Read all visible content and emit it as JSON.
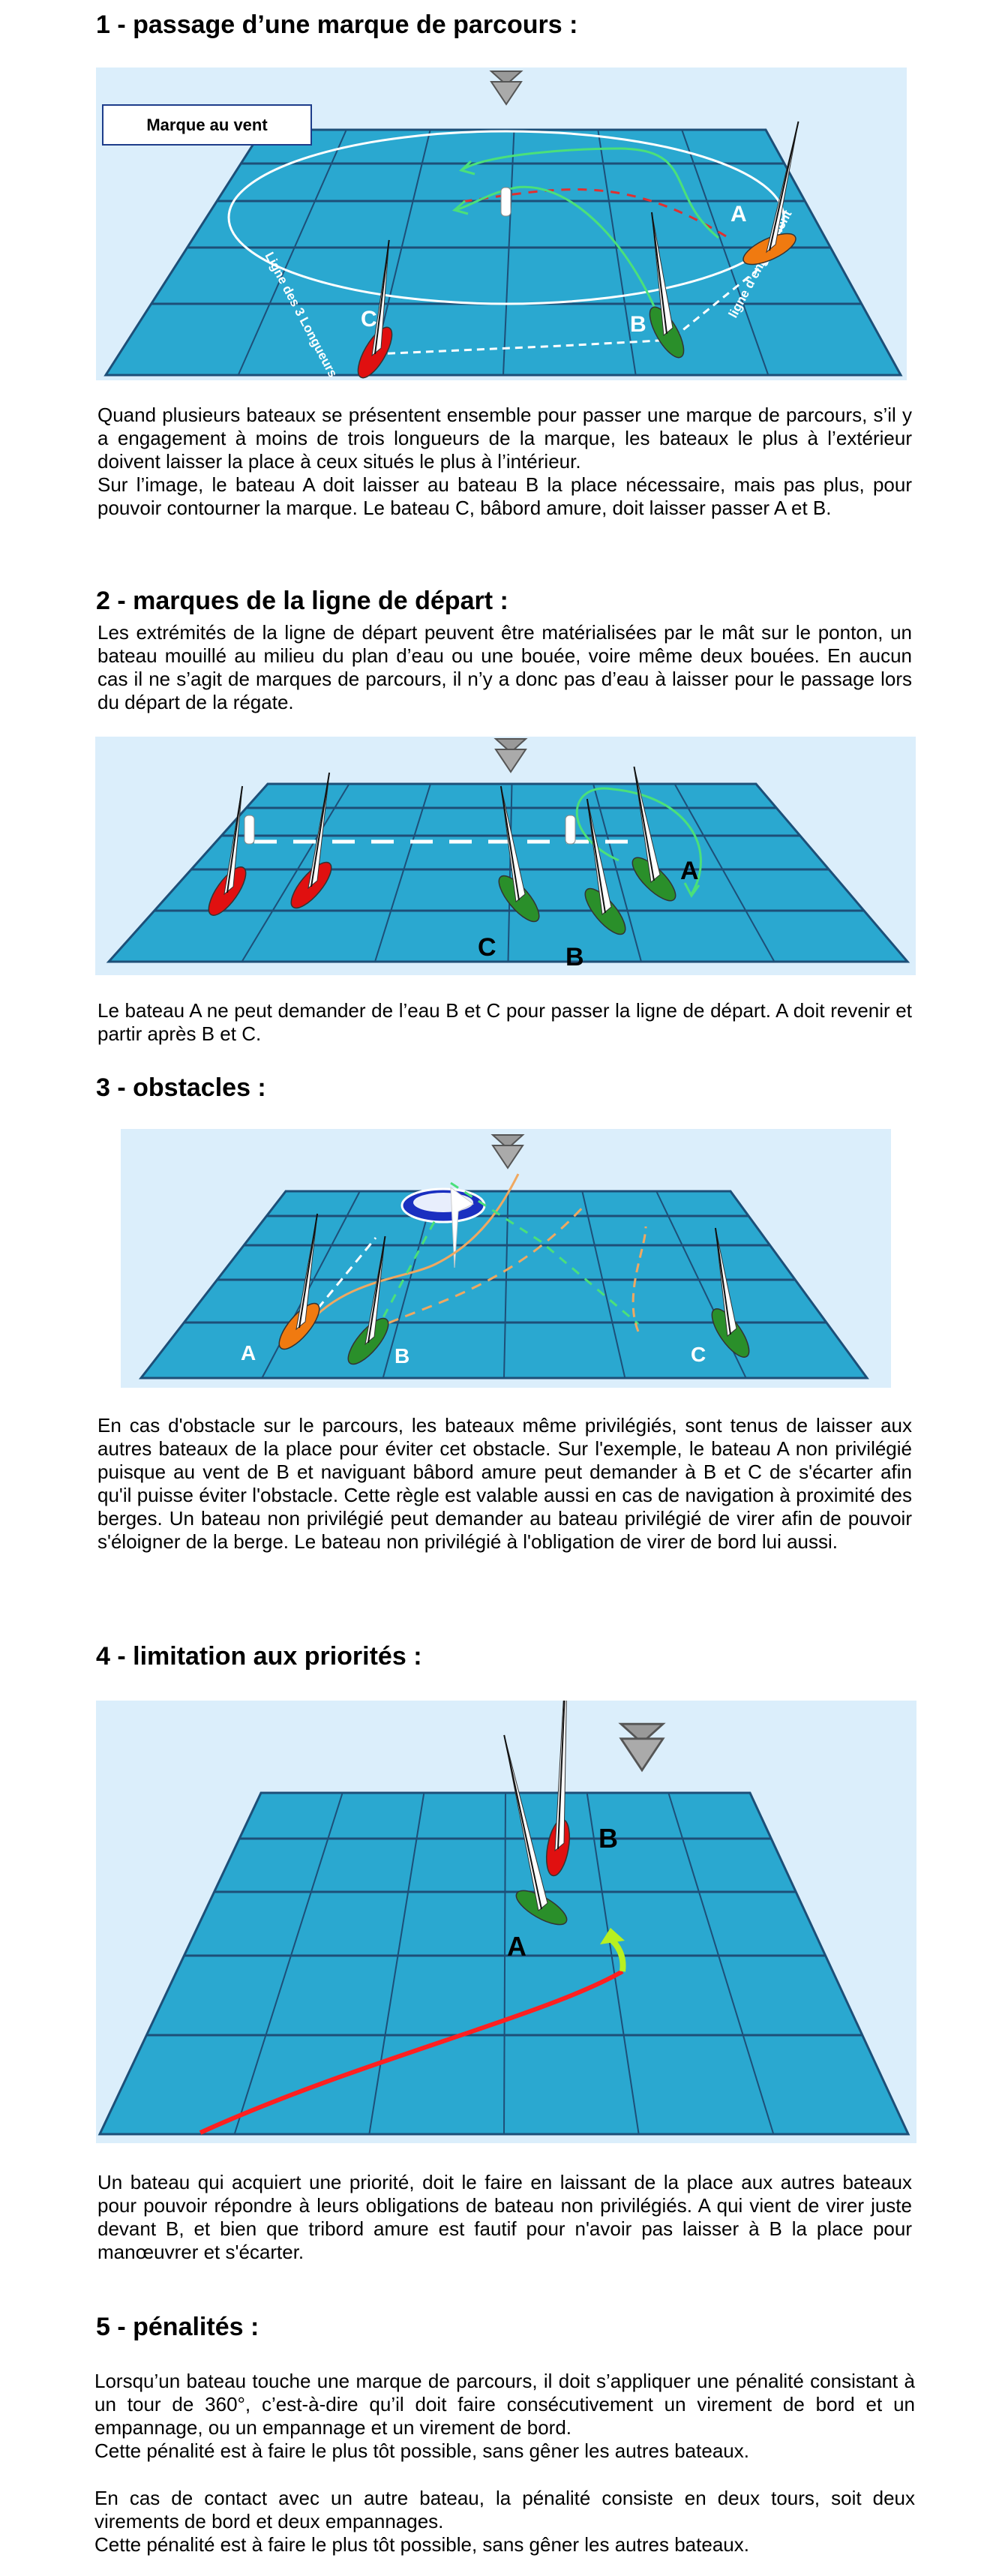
{
  "sections": [
    {
      "title": "1 - passage d’une marque de parcours :",
      "figure": {
        "box_label": "Marque au vent",
        "circle_label": "Ligne des 3 Longueurs",
        "engagement_label": "ligne d’engagement",
        "boats": [
          "A",
          "B",
          "C"
        ]
      },
      "paragraphs": [
        "Quand plusieurs bateaux se présentent ensemble pour passer une marque de parcours, s’il y a engagement à moins de trois longueurs de la marque, les bateaux le plus à l’extérieur doivent laisser la place à ceux situés le plus à l’intérieur.",
        "Sur l’image, le bateau A doit laisser au bateau B la place nécessaire, mais pas plus, pour pouvoir contourner la marque. Le bateau C, bâbord amure, doit laisser passer A et B."
      ]
    },
    {
      "title": "2 - marques de la ligne de départ :",
      "intro": "Les extrémités de la ligne de départ peuvent être matérialisées par le mât sur le ponton, un bateau mouillé au milieu du plan d’eau ou une bouée, voire même deux bouées. En aucun cas il ne s’agit de marques de parcours, il n’y a donc pas d’eau à laisser pour le passage lors du départ de la régate.",
      "figure": {
        "boats": [
          "A",
          "B",
          "C"
        ]
      },
      "caption": "Le bateau A ne peut demander de l’eau B et C pour passer la ligne de départ. A doit revenir et partir après B et C."
    },
    {
      "title": "3 - obstacles :",
      "figure": {
        "boats": [
          "A",
          "B",
          "C"
        ]
      },
      "paragraph": "En cas d'obstacle sur le parcours, les bateaux même privilégiés, sont tenus de laisser aux autres bateaux de la place pour éviter cet obstacle. Sur l'exemple, le bateau A non privilégié puisque au vent de B et naviguant bâbord amure peut demander à B et C de s'écarter afin qu'il puisse éviter l'obstacle. Cette règle est valable aussi en cas de navigation à proximité des berges. Un bateau non privilégié peut demander au bateau privilégié de virer afin de pouvoir s'éloigner de la berge. Le bateau non privilégié à l'obligation de virer de bord lui aussi."
    },
    {
      "title": "4 - limitation aux priorités :",
      "figure": {
        "boats": [
          "A",
          "B"
        ]
      },
      "paragraph": "Un bateau qui acquiert une priorité, doit le faire en laissant de la place aux autres bateaux pour pouvoir répondre à leurs obligations de bateau non privilégiés. A qui vient de virer juste devant B, et bien que tribord amure est fautif pour n'avoir pas laisser à B la place pour manœuvrer et s'écarter."
    },
    {
      "title": "5 - pénalités :",
      "group1": [
        "Lorsqu’un bateau touche une marque de parcours, il doit s’appliquer une pénalité consistant à un tour de 360°, c’est-à-dire qu’il doit faire consécutivement un virement de bord et un empannage, ou un empannage et un virement de bord.",
        "Cette pénalité est à faire le plus tôt possible, sans gêner les autres bateaux."
      ],
      "group2": [
        "En cas de contact avec un autre bateau, la pénalité consiste en deux tours, soit deux virements de bord et deux empannages.",
        "Cette pénalité est à faire le plus tôt possible, sans gêner les autres bateaux."
      ]
    }
  ],
  "colors": {
    "water": "#2aa8d0",
    "grid": "#1d4f78",
    "sky": "#dbeefb",
    "orange": "#f07a10",
    "green": "#2a8f2a",
    "red": "#e01010",
    "path_green": "#4be07a",
    "path_orange": "#f0a860"
  },
  "icons": {
    "wind": "wind-direction-icon"
  }
}
